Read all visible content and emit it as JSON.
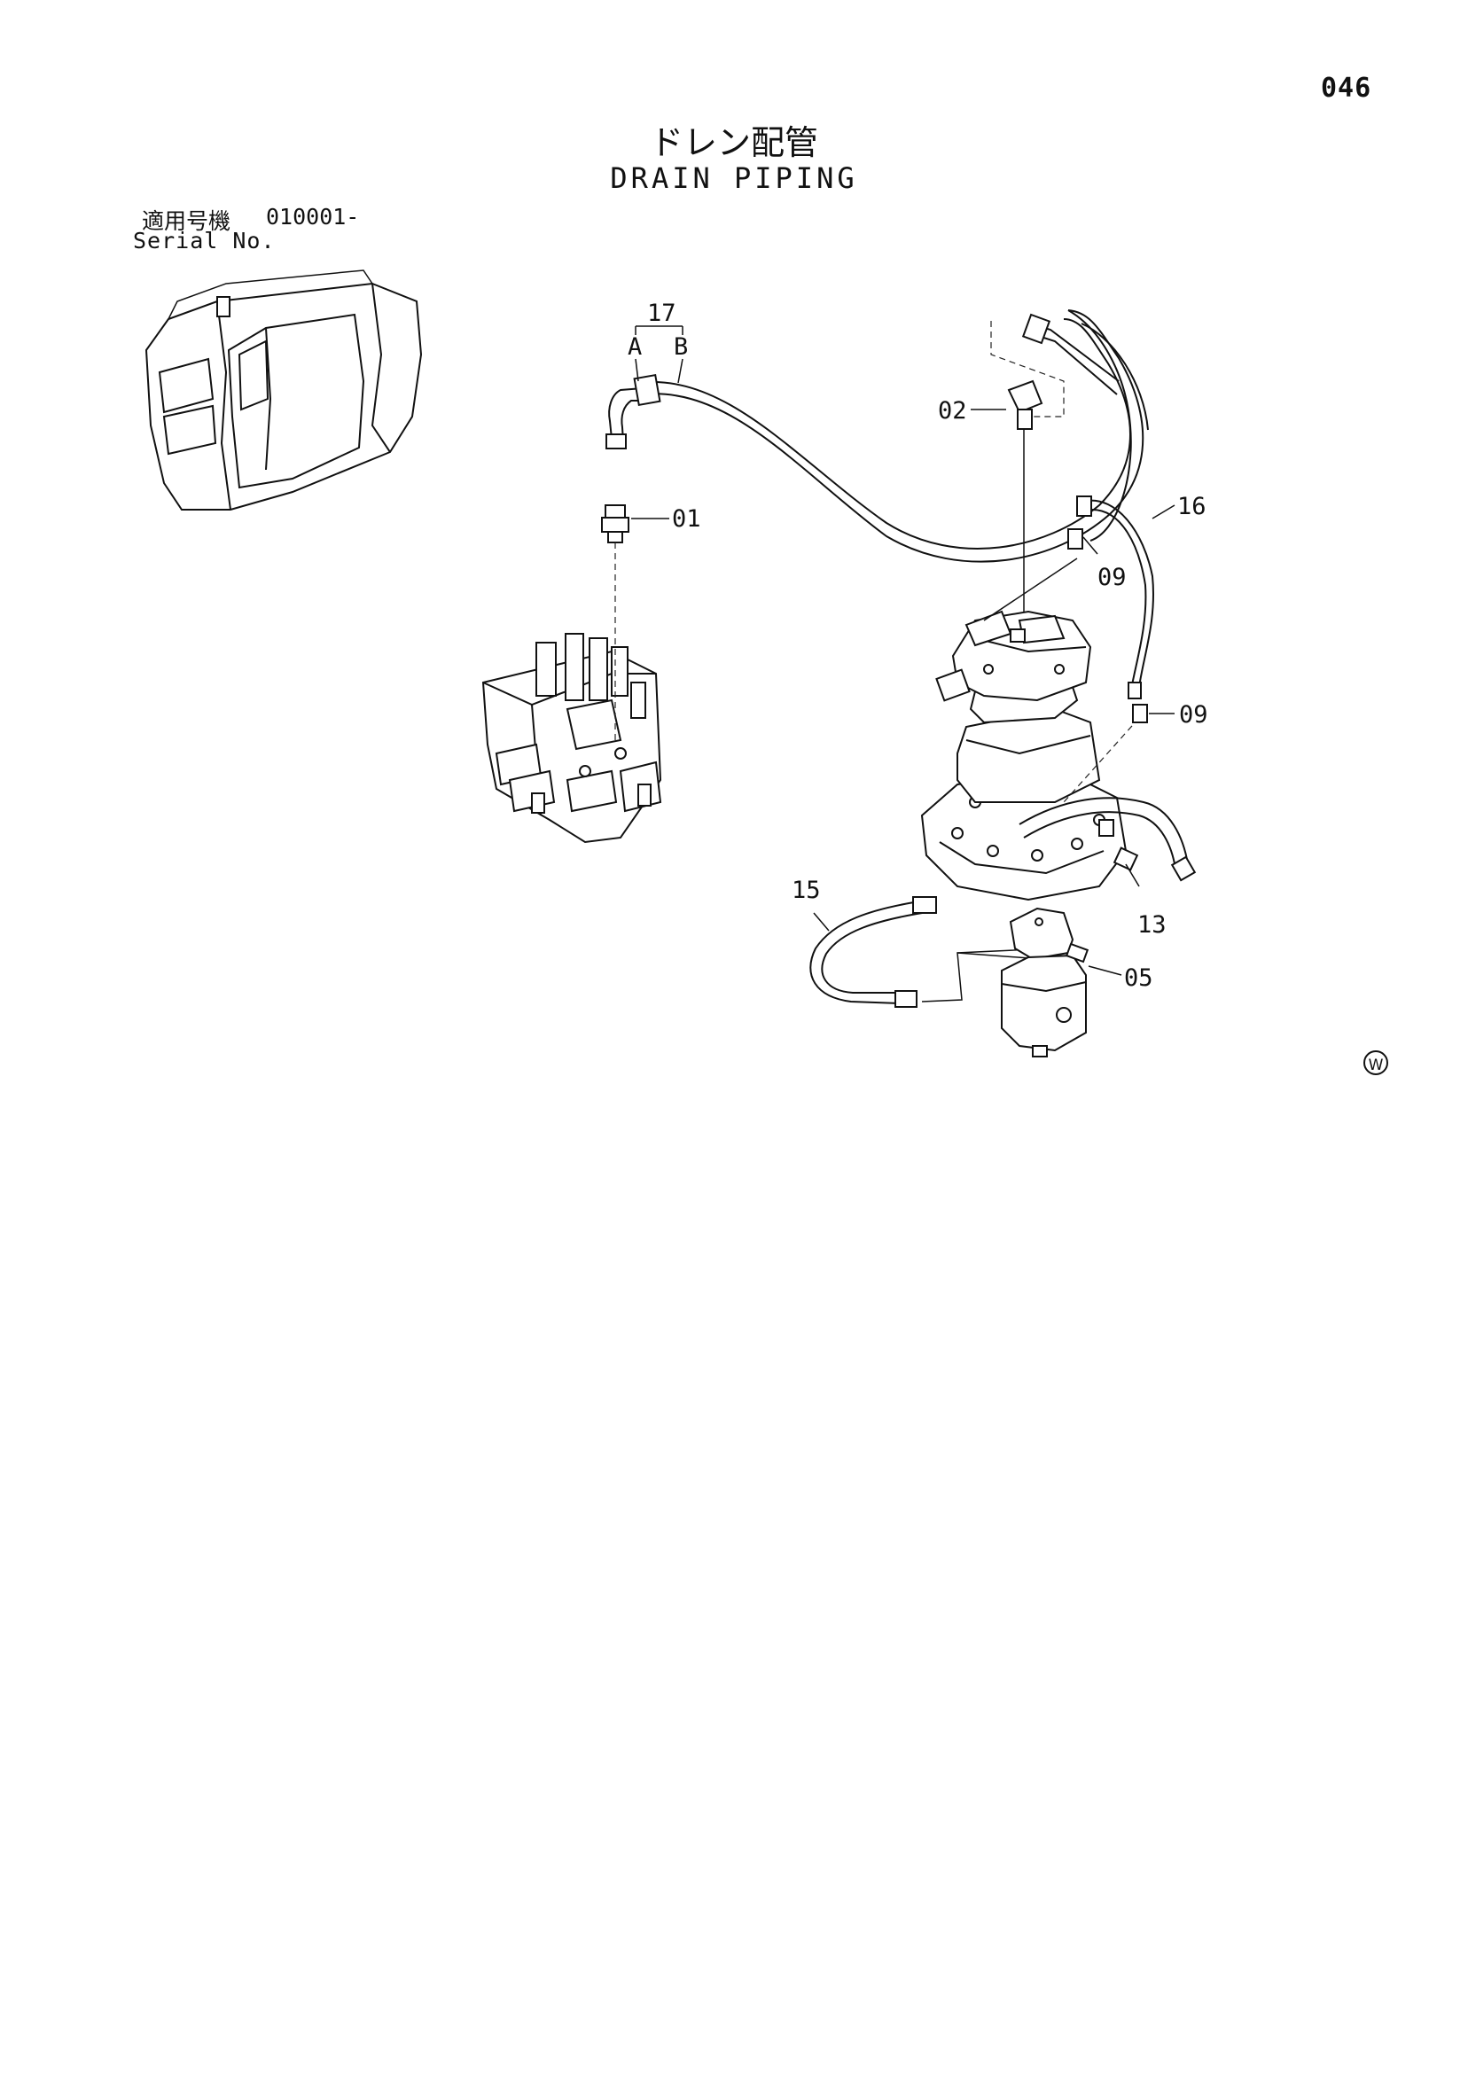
{
  "header": {
    "page_number": "046",
    "title_jp": "ドレン配管",
    "title_en": "DRAIN PIPING",
    "serial_label_jp": "適用号機",
    "serial_label_en": "Serial No.",
    "serial_value": "010001-"
  },
  "callouts": {
    "c17": "17",
    "c17a": "A",
    "c17b": "B",
    "c02": "02",
    "c01": "01",
    "c16": "16",
    "c09_top": "09",
    "c09_right": "09",
    "c15": "15",
    "c13": "13",
    "c05": "05"
  },
  "watermark": "W"
}
